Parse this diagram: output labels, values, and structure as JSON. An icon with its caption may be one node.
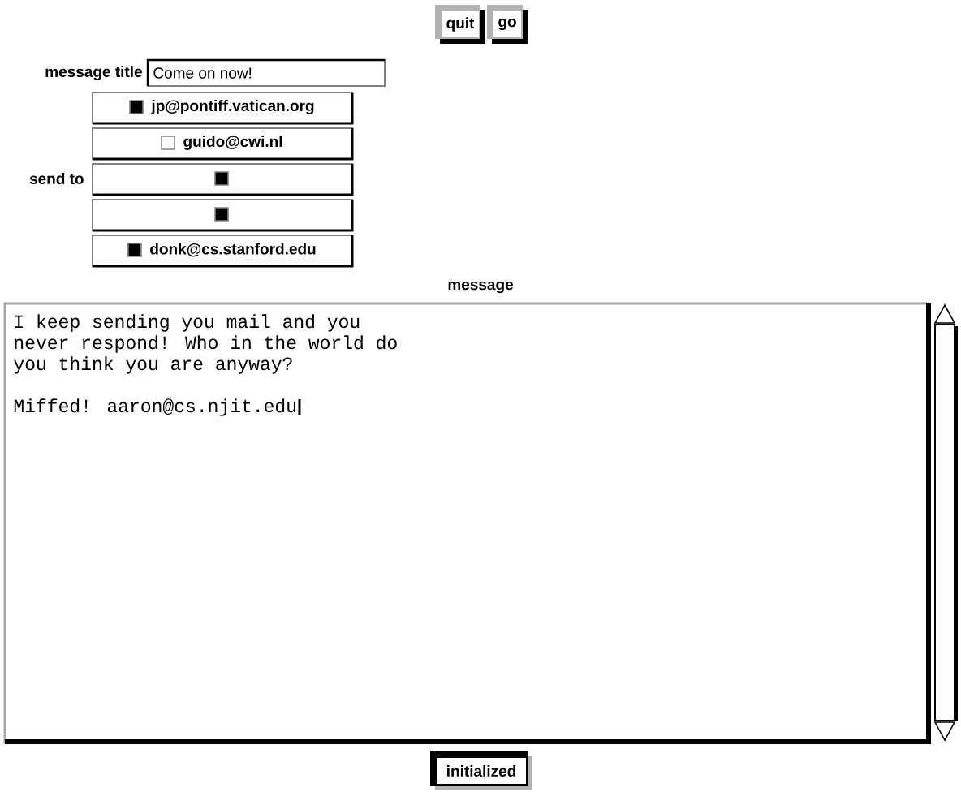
{
  "diagram": {
    "nodes": [
      {
        "text": [
          "quit"
        ]
      },
      {
        "text": [
          "go"
        ]
      },
      {
        "text": [
          "Come on now!"
        ]
      },
      {
        "text": [
          "jp@pontiff.vatican.org"
        ]
      },
      {
        "text": [
          "guido@cwi.nl"
        ]
      },
      {
        "text": [],
        "shape": "box"
      },
      {
        "text": [],
        "shape": "box"
      },
      {
        "text": [
          "donk@cs.stanford.edu"
        ]
      },
      {
        "text": [
          "I keep sending you mail and you",
          "never respond!  Who in the world do",
          "you think you are anyway?",
          "Miffed!  aaron@cs.njit.edu"
        ]
      },
      {
        "text": [
          "initialized"
        ]
      }
    ],
    "labels": [
      "message title",
      "send to",
      "message"
    ]
  }
}
